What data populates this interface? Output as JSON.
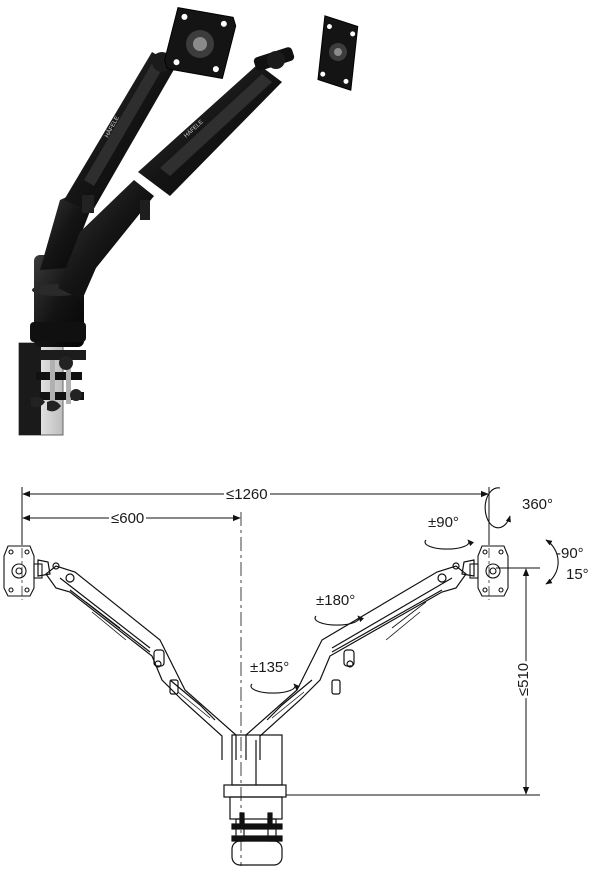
{
  "photo": {
    "brand_mark": "HÄFELE"
  },
  "dimensions": {
    "total_span": "≤1260",
    "arm_reach": "≤600",
    "height": "≤510"
  },
  "rotations": {
    "screen_rotation": "360°",
    "tilt_up": "-90°",
    "tilt_down": "15°",
    "head_swivel": "±90°",
    "elbow_swivel": "±180°",
    "base_swivel": "±135°"
  }
}
